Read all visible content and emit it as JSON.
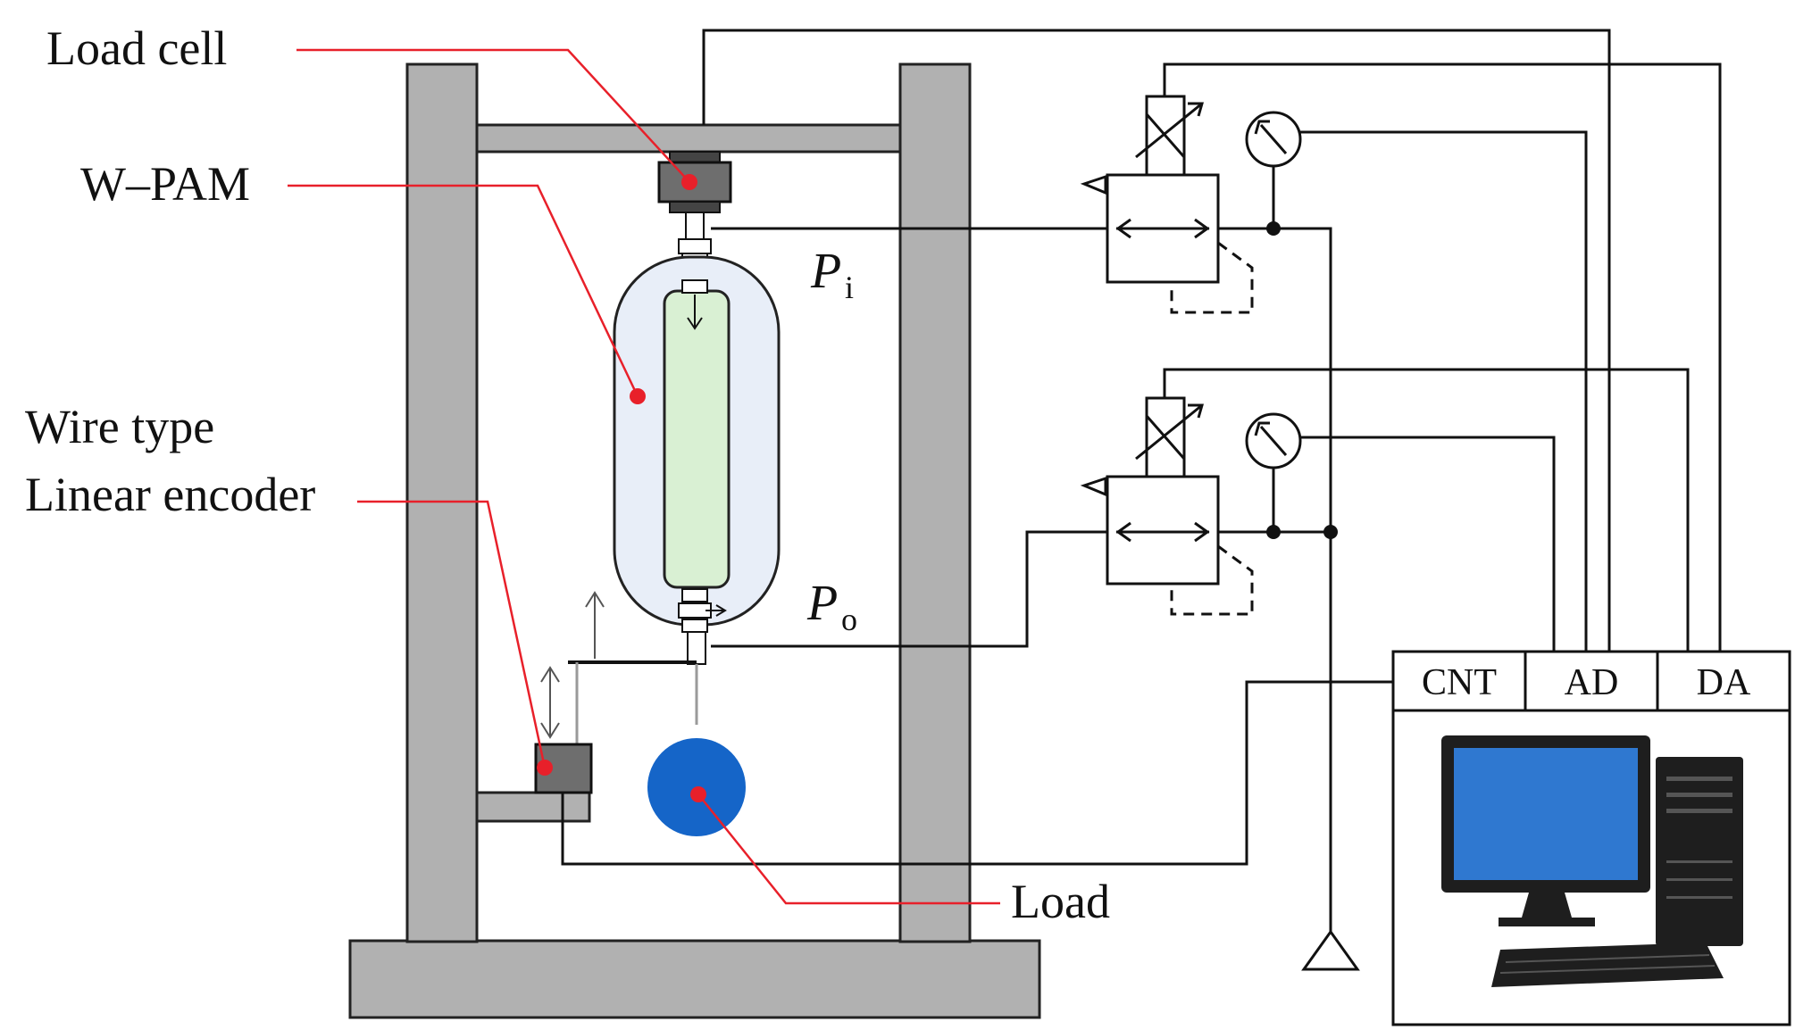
{
  "labels": {
    "load_cell": "Load cell",
    "w_pam": "W–PAM",
    "wire_type": "Wire type",
    "linear_encoder": "Linear encoder",
    "load": "Load",
    "pi_main": "P",
    "pi_sub": "i",
    "po_main": "P",
    "po_sub": "o"
  },
  "io_board": {
    "ports": [
      "CNT",
      "AD",
      "DA"
    ]
  },
  "colors": {
    "frame": "#b1b1b1",
    "leader": "#e8202a",
    "bladder": "#e8eef8",
    "muscle_core": "#d9f0d3",
    "load_mass": "#1565c8",
    "sensor": "#6e6e6e",
    "monitor_screen": "#2f78d0"
  },
  "icons": {
    "pressure_gauge": "gauge-icon",
    "solenoid_valve": "proportional-valve-icon",
    "ground": "ground-triangle-icon",
    "computer": "desktop-computer-icon"
  }
}
